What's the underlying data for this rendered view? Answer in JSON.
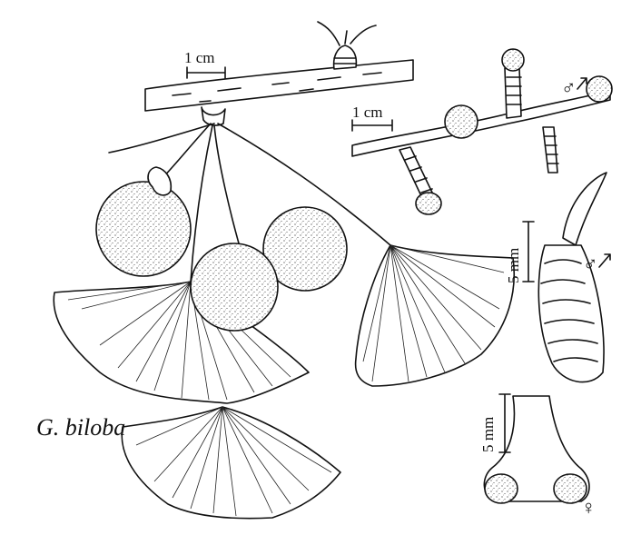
{
  "labels": {
    "species": "G. biloba",
    "scale_branch": "1 cm",
    "scale_male_shoot": "1 cm",
    "scale_male_cone": "5 mm",
    "scale_ovule": "5 mm",
    "male_symbol_1": "♂",
    "male_symbol_2": "♂",
    "female_symbol": "♀"
  },
  "colors": {
    "ink": "#111111",
    "paper": "#ffffff"
  }
}
